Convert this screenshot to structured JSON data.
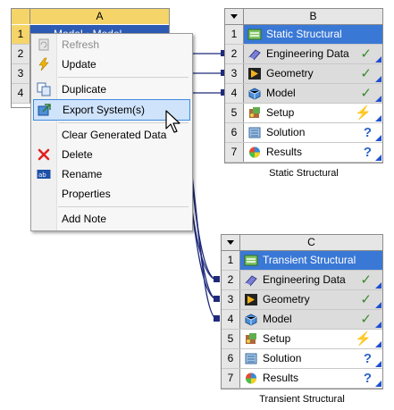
{
  "system_a": {
    "column": "A",
    "rows": [
      "1",
      "2",
      "3",
      "4"
    ],
    "title_partial": "Modal ▪ Model"
  },
  "context_menu": {
    "items": [
      {
        "label": "Refresh",
        "icon": "refresh-icon",
        "disabled": true
      },
      {
        "label": "Update",
        "icon": "lightning-icon",
        "disabled": false
      },
      {
        "label": "Duplicate",
        "icon": "duplicate-icon",
        "disabled": false
      },
      {
        "label": "Export System(s)",
        "icon": "export-icon",
        "disabled": false,
        "highlighted": true
      },
      {
        "label": "Clear Generated Data",
        "icon": "",
        "disabled": false
      },
      {
        "label": "Delete",
        "icon": "delete-x-icon",
        "disabled": false
      },
      {
        "label": "Rename",
        "icon": "rename-icon",
        "disabled": false
      },
      {
        "label": "Properties",
        "icon": "",
        "disabled": false
      },
      {
        "label": "Add Note",
        "icon": "",
        "disabled": false
      }
    ]
  },
  "system_b": {
    "column": "B",
    "caption": "Static Structural",
    "rows": [
      {
        "num": "1",
        "label": "Static Structural",
        "icon": "static-structural-icon",
        "status": ""
      },
      {
        "num": "2",
        "label": "Engineering Data",
        "icon": "engineering-data-icon",
        "status": "✓"
      },
      {
        "num": "3",
        "label": "Geometry",
        "icon": "geometry-icon",
        "status": "✓"
      },
      {
        "num": "4",
        "label": "Model",
        "icon": "model-icon",
        "status": "✓"
      },
      {
        "num": "5",
        "label": "Setup",
        "icon": "setup-icon",
        "status": "⚡"
      },
      {
        "num": "6",
        "label": "Solution",
        "icon": "solution-icon",
        "status": "?"
      },
      {
        "num": "7",
        "label": "Results",
        "icon": "results-icon",
        "status": "?"
      }
    ]
  },
  "system_c": {
    "column": "C",
    "caption": "Transient Structural",
    "rows": [
      {
        "num": "1",
        "label": "Transient Structural",
        "icon": "transient-structural-icon",
        "status": ""
      },
      {
        "num": "2",
        "label": "Engineering Data",
        "icon": "engineering-data-icon",
        "status": "✓"
      },
      {
        "num": "3",
        "label": "Geometry",
        "icon": "geometry-icon",
        "status": "✓"
      },
      {
        "num": "4",
        "label": "Model",
        "icon": "model-icon",
        "status": "✓"
      },
      {
        "num": "5",
        "label": "Setup",
        "icon": "setup-icon",
        "status": "⚡"
      },
      {
        "num": "6",
        "label": "Solution",
        "icon": "solution-icon",
        "status": "?"
      },
      {
        "num": "7",
        "label": "Results",
        "icon": "results-icon",
        "status": "?"
      }
    ]
  },
  "colors": {
    "title_blue": "#3a78d6",
    "header_yellow": "#f5d56a",
    "link_navy": "#1f2a7a",
    "check_green": "#3b8a2e",
    "bolt_yellow": "#e0a800",
    "question_blue": "#2d63c8"
  }
}
